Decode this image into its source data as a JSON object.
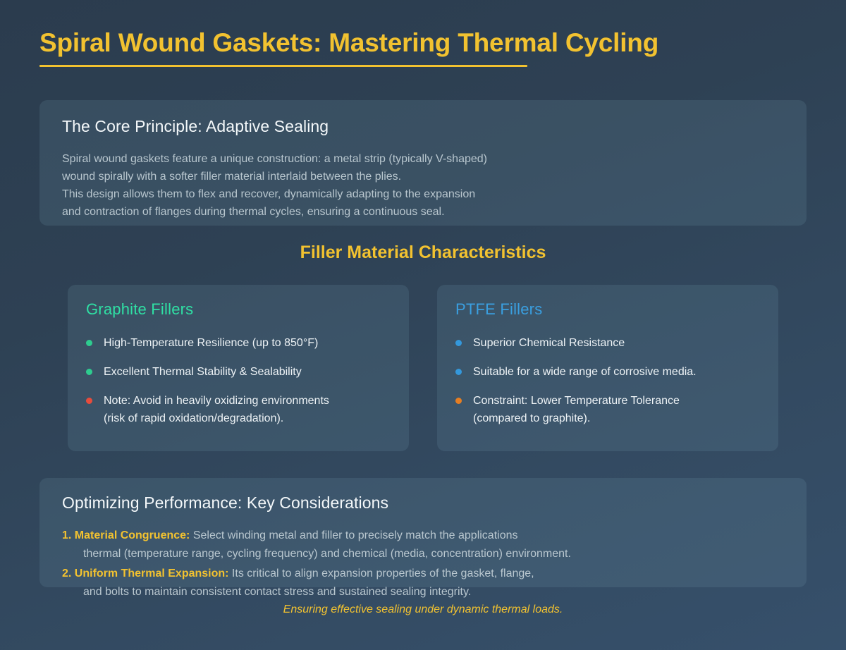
{
  "header": {
    "title": "Spiral Wound Gaskets: Mastering Thermal Cycling"
  },
  "core_principle": {
    "title": "The Core Principle: Adaptive Sealing",
    "lines": [
      "Spiral wound gaskets feature a unique construction: a metal strip (typically V-shaped)",
      "wound spirally with a softer filler material interlaid between the plies.",
      "This design allows them to flex and recover, dynamically adapting to the expansion",
      "and contraction of flanges during thermal cycles, ensuring a continuous seal."
    ]
  },
  "section_heading": "Filler Material Characteristics",
  "fillers": [
    {
      "title": "Graphite Fillers",
      "title_color": "#2fe0a4",
      "bullets": [
        {
          "dot_color": "#2ecc8f",
          "line1": "High-Temperature Resilience (up to 850°F)",
          "line2": ""
        },
        {
          "dot_color": "#2ecc8f",
          "line1": "Excellent Thermal Stability & Sealability",
          "line2": ""
        },
        {
          "dot_color": "#e74c3c",
          "line1": "Note: Avoid in heavily oxidizing environments",
          "line2": "(risk of rapid oxidation/degradation)."
        }
      ]
    },
    {
      "title": "PTFE Fillers",
      "title_color": "#3a9fe0",
      "bullets": [
        {
          "dot_color": "#3498db",
          "line1": "Superior Chemical Resistance",
          "line2": ""
        },
        {
          "dot_color": "#3498db",
          "line1": "Suitable for a wide range of corrosive media.",
          "line2": ""
        },
        {
          "dot_color": "#e67e22",
          "line1": "Constraint: Lower Temperature Tolerance",
          "line2": "(compared to graphite)."
        }
      ]
    }
  ],
  "optimize": {
    "title": "Optimizing Performance: Key Considerations",
    "items": [
      {
        "lead": "1. Material Congruence:",
        "text": " Select winding metal and filler to precisely match the applications",
        "continuation": "thermal (temperature range, cycling frequency) and chemical (media, concentration) environment."
      },
      {
        "lead": "2. Uniform Thermal Expansion:",
        "text": " Its critical to align expansion properties of the gasket, flange,",
        "continuation": "and bolts to maintain consistent contact stress and sustained sealing integrity."
      }
    ]
  },
  "closing_note": "Ensuring effective sealing under dynamic thermal loads.",
  "theme": {
    "accent_yellow": "#f2c230",
    "background_top": "#2b3c4e",
    "background_bottom": "#36506b",
    "card_overlay": "rgba(118,158,176,0.17)"
  }
}
